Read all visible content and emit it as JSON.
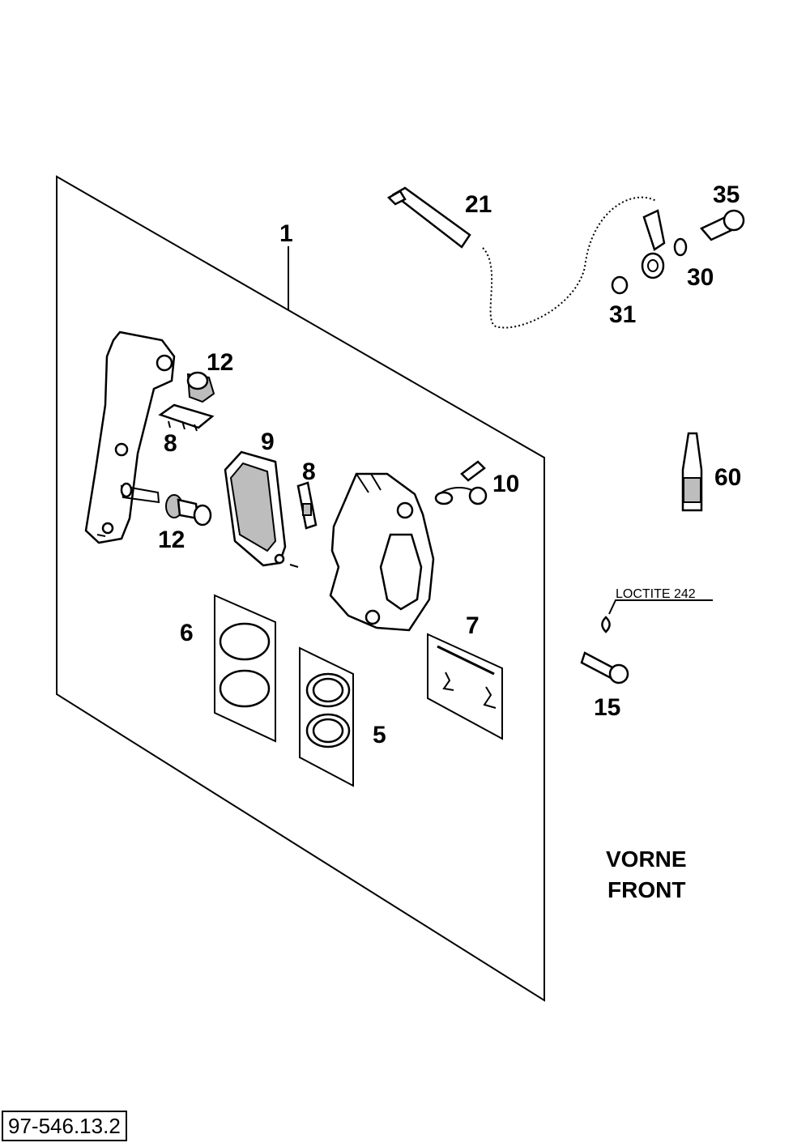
{
  "diagram": {
    "callouts": {
      "c1": "1",
      "c5": "5",
      "c6": "6",
      "c7": "7",
      "c8a": "8",
      "c8b": "8",
      "c9": "9",
      "c10": "10",
      "c12a": "12",
      "c12b": "12",
      "c15": "15",
      "c21": "21",
      "c30": "30",
      "c31": "31",
      "c35": "35",
      "c60": "60"
    },
    "loctite_note": "LOCTITE 242",
    "heading_line1": "VORNE",
    "heading_line2": "FRONT",
    "reference": "97-546.13.2"
  }
}
